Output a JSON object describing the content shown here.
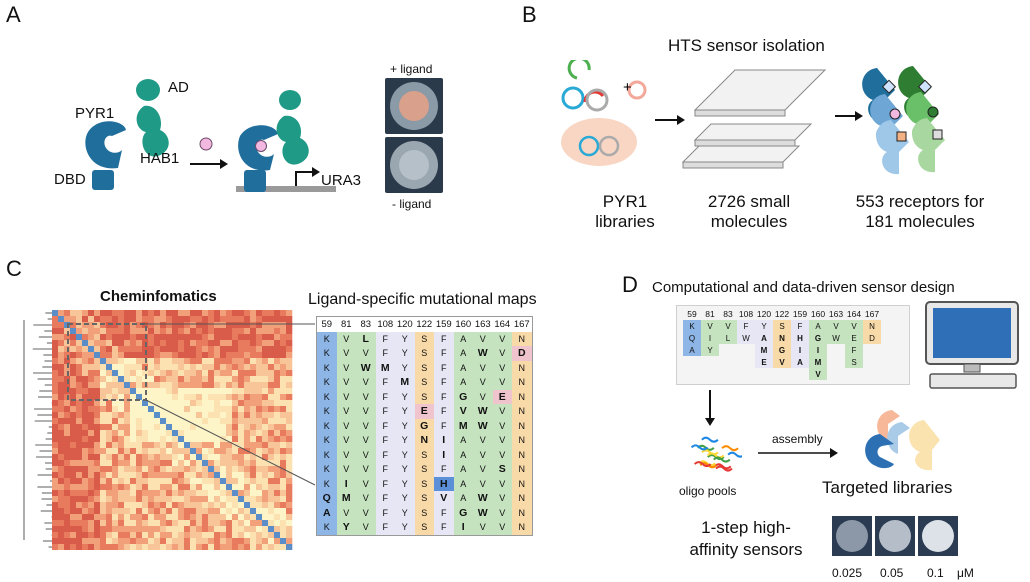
{
  "panel_a": {
    "letter": "A",
    "pyr1": "PYR1",
    "dbd": "DBD",
    "ad": "AD",
    "hab1": "HAB1",
    "ura3": "URA3",
    "plus_ligand": "+ ligand",
    "minus_ligand": "- ligand"
  },
  "panel_b": {
    "letter": "B",
    "title": "HTS sensor isolation",
    "plus": "+",
    "libraries": "PYR1\nlibraries",
    "molecules": "2726 small\nmolecules",
    "receptors": "553 receptors for\n181 molecules"
  },
  "panel_c": {
    "letter": "C",
    "heatmap_title": "Cheminfomatics",
    "maps_title": "Ligand-specific mutational maps",
    "positions": [
      "59",
      "81",
      "83",
      "108",
      "120",
      "122",
      "159",
      "160",
      "163",
      "164",
      "167"
    ],
    "rows": [
      [
        "K",
        "V",
        "L",
        "F",
        "Y",
        "S",
        "F",
        "A",
        "V",
        "V",
        "N"
      ],
      [
        "K",
        "V",
        "V",
        "F",
        "Y",
        "S",
        "F",
        "A",
        "W",
        "V",
        "D"
      ],
      [
        "K",
        "V",
        "W",
        "M",
        "Y",
        "S",
        "F",
        "A",
        "V",
        "V",
        "N"
      ],
      [
        "K",
        "V",
        "V",
        "F",
        "M",
        "S",
        "F",
        "A",
        "V",
        "V",
        "N"
      ],
      [
        "K",
        "V",
        "V",
        "F",
        "Y",
        "S",
        "F",
        "G",
        "V",
        "E",
        "N"
      ],
      [
        "K",
        "V",
        "V",
        "F",
        "Y",
        "E",
        "F",
        "V",
        "W",
        "V",
        "N"
      ],
      [
        "K",
        "V",
        "V",
        "F",
        "Y",
        "G",
        "F",
        "M",
        "W",
        "V",
        "N"
      ],
      [
        "K",
        "V",
        "V",
        "F",
        "Y",
        "N",
        "I",
        "A",
        "V",
        "V",
        "N"
      ],
      [
        "K",
        "V",
        "V",
        "F",
        "Y",
        "S",
        "I",
        "A",
        "V",
        "V",
        "N"
      ],
      [
        "K",
        "V",
        "V",
        "F",
        "Y",
        "S",
        "F",
        "A",
        "V",
        "S",
        "N"
      ],
      [
        "K",
        "I",
        "V",
        "F",
        "Y",
        "S",
        "H",
        "A",
        "V",
        "V",
        "N"
      ],
      [
        "Q",
        "M",
        "V",
        "F",
        "Y",
        "S",
        "V",
        "A",
        "W",
        "V",
        "N"
      ],
      [
        "A",
        "V",
        "V",
        "F",
        "Y",
        "S",
        "F",
        "G",
        "W",
        "V",
        "N"
      ],
      [
        "K",
        "Y",
        "V",
        "F",
        "Y",
        "S",
        "F",
        "I",
        "V",
        "V",
        "N"
      ]
    ],
    "bold_cells": [
      [
        0,
        2
      ],
      [
        1,
        8
      ],
      [
        1,
        10
      ],
      [
        2,
        2
      ],
      [
        2,
        3
      ],
      [
        3,
        4
      ],
      [
        4,
        7
      ],
      [
        4,
        9
      ],
      [
        5,
        5
      ],
      [
        5,
        7
      ],
      [
        5,
        8
      ],
      [
        6,
        5
      ],
      [
        6,
        7
      ],
      [
        6,
        8
      ],
      [
        7,
        5
      ],
      [
        7,
        6
      ],
      [
        8,
        6
      ],
      [
        9,
        9
      ],
      [
        10,
        1
      ],
      [
        10,
        6
      ],
      [
        11,
        0
      ],
      [
        11,
        1
      ],
      [
        11,
        6
      ],
      [
        11,
        8
      ],
      [
        12,
        0
      ],
      [
        12,
        7
      ],
      [
        12,
        8
      ],
      [
        13,
        1
      ],
      [
        13,
        7
      ]
    ]
  },
  "panel_d": {
    "letter": "D",
    "title": "Computational and data-driven sensor design",
    "positions": [
      "59",
      "81",
      "83",
      "108",
      "120",
      "122",
      "159",
      "160",
      "163",
      "164",
      "167"
    ],
    "columns": [
      [
        "K",
        "Q",
        "A"
      ],
      [
        "V",
        "I",
        "Y"
      ],
      [
        "V",
        "L"
      ],
      [
        "F",
        "W"
      ],
      [
        "Y",
        "A",
        "M",
        "E"
      ],
      [
        "S",
        "N",
        "G",
        "V"
      ],
      [
        "F",
        "H",
        "I",
        "A"
      ],
      [
        "A",
        "G",
        "I",
        "M",
        "V"
      ],
      [
        "V",
        "W"
      ],
      [
        "V",
        "E",
        "F",
        "S"
      ],
      [
        "N",
        "D"
      ]
    ],
    "arrow_label": "assembly",
    "oligo": "oligo pools",
    "targeted": "Targeted libraries",
    "sensors": "1-step high-\naffinity sensors",
    "conc": [
      "0.025",
      "0.05",
      "0.1"
    ],
    "unit": "μM"
  },
  "colors": {
    "blue_receptor": "#1f6e9c",
    "teal_hab": "#1f9a86",
    "ligand_pink": "#f2b8e0",
    "col_blue": "#b7c9ea",
    "col_green": "#c5e3bf",
    "col_lav": "#e6e6f5",
    "col_orange": "#f8d9a8",
    "col_pink": "#f0c4cc",
    "col_teal": "#8db5e6"
  }
}
